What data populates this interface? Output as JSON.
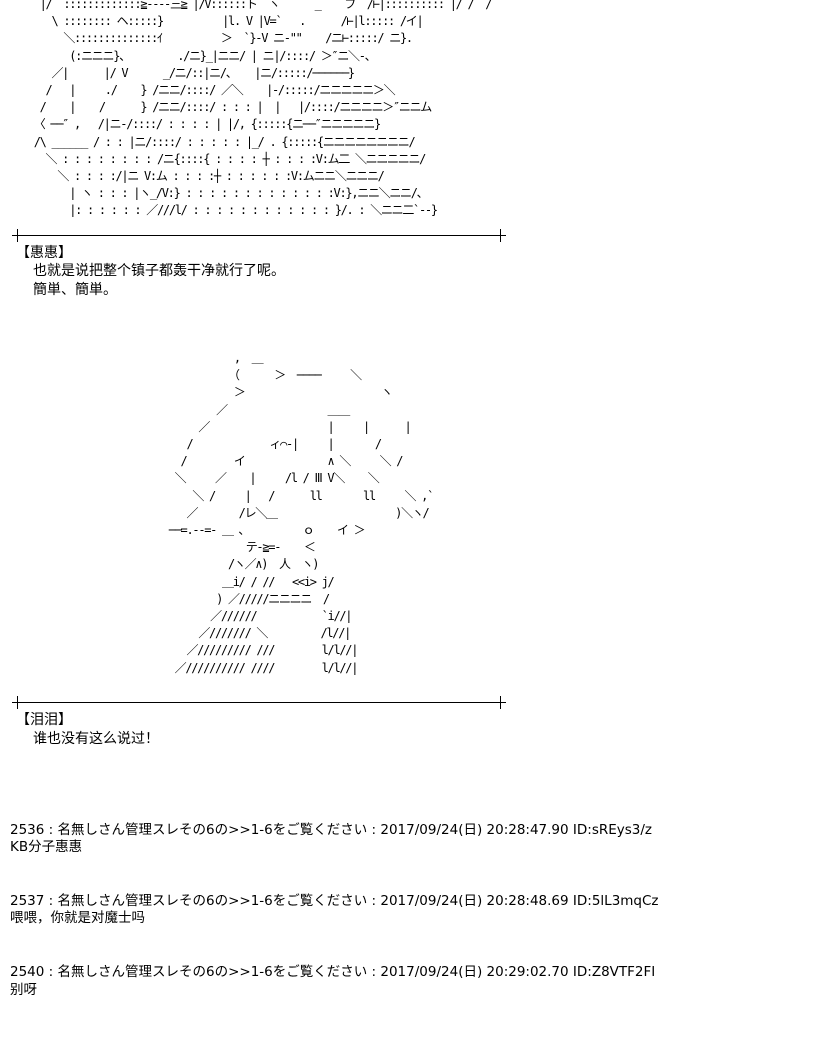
{
  "ascii_art": {
    "top": "     |/  :::::::::::::≧‐‐‐‐三≧ |/V::::::ト  ヽ      _    フ  /⊢|:::::::::: |/ /  /\n       \\ :::::::: ヘ:::::}          |l. V |V=`   .      /⊢|l::::: /イ|\n         ＼::::::::::::::ｲ          ＞  `}‐V ニ‐\"\"    /ニ⊢:::::/ ニ}.\n          (:ニニニ}、        ./ニ}_|ニニ/ | ニ|/::::/ ＞″ニ＼‐、\n       ／|      |/ V      _/ニ/::|ニ/、   |ニ/:::::/──────}\n      /   |     ./    } /ニニ/::::/ ／＼    |‐/:::::/ニニニニニ＞＼\n     /    |    /      } /ニニ/::::/ : : : |  |   |/::::/ニニニニ＞″ニニム\n    〈 ──″ ,   /|ニ‐/::::/ : : : : | |/, {:::::{ニ──″ニニニニニ}\n    /\\ ______ / : : |ニ/::::/ : : : : : |_/ . {:::::{ニニニニニニニニ/\n      ＼ : : : : : : : : /ニ{::::{ : : : : ┼ : : : :V:ム二 ＼ニニニニニ/\n        ＼ : : : :/|ニ V:ム : : : :┼ : : : : : :V:ムニニ＼ニニニ/\n          | ヽ : : : |ヽ_/V:} : : : : : : : : : : : : :V:},ニニ＼ニニ/、\n          |: : : : : : ／///l/ : : : : : : : : : : : : }/. : ＼ニニ二`‐‐}",
    "bottom": "               ,  ＿\n              （      ＞  ────     ＼\n               ＞                       ヽ\n            ／                 ＿＿\n         ／                    |     |      |\n       /             ィ⌒‐|     |       /\n      /        イ              ∧ ＼     ＼ /\n     ＼     ／    |     /l / Ⅲ V＼    ＼\n        ＼ /     |   /      ll       ll     ＼ ,`\n       ／       /レ＼＿                    )＼ヽ/\n    ──=.-‐=- ＿ ､          ｏ    イ ＞\n                 テ-≧=-    ＜\n              /ヽ／∧)  人  ヽ)\n             ＿i/ / //   <<i> j/\n            ) ／/////ニニニニ  /\n           ／//////           `i//|\n         ／/////// ＼         /l//|\n       ／///////// ///        l/l//|\n     ／////////// ////        l/l//|"
  },
  "dialogue_1": {
    "speaker": "【惠惠】",
    "line_1": "也就是说把整个镇子都轰干净就行了呢。",
    "line_2": "簡単、簡単。"
  },
  "dialogue_2": {
    "speaker": "【泪泪】",
    "line_1": "谁也没有这么说过！"
  },
  "posts": [
    {
      "header": "2536 : 名無しさん管理スレその6の>>1-6をご覧ください : 2017/09/24(日) 20:28:47.90 ID:sREys3/z",
      "body": "KB分子惠惠"
    },
    {
      "header": "2537 : 名無しさん管理スレその6の>>1-6をご覧ください : 2017/09/24(日) 20:28:48.69 ID:5lL3mqCz",
      "body": "喂喂，你就是对魔士吗"
    },
    {
      "header": "2540 : 名無しさん管理スレその6の>>1-6をご覧ください : 2017/09/24(日) 20:29:02.70 ID:Z8VTF2FI",
      "body": "别呀"
    }
  ]
}
